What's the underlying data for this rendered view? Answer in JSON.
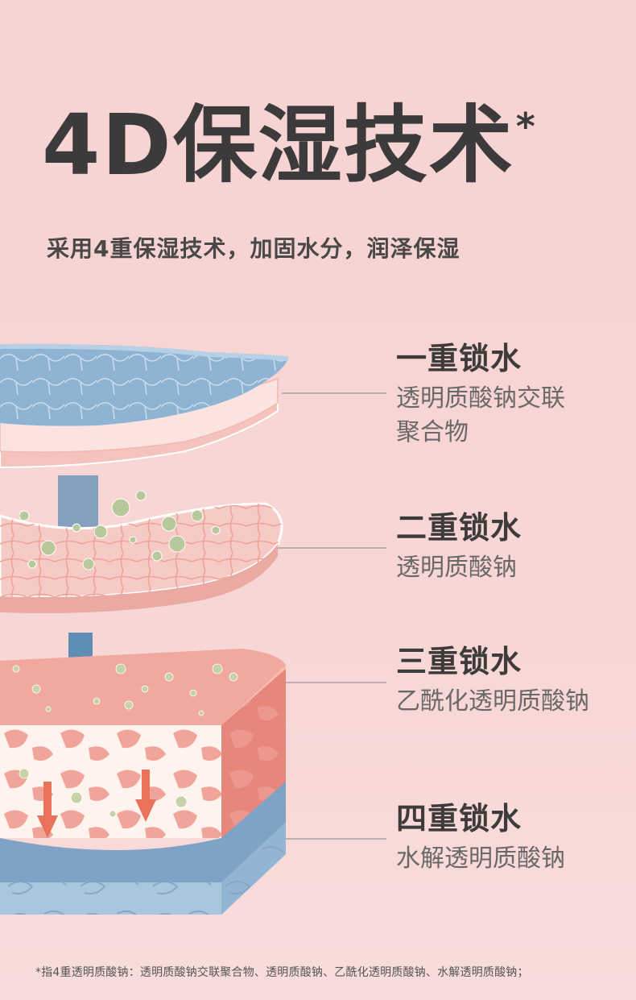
{
  "title": {
    "main": "4D保湿技术",
    "asterisk": "*"
  },
  "subtitle": "采用4重保湿技术，加固水分，润泽保湿",
  "layers": [
    {
      "title": "一重锁水",
      "desc1": "透明质酸钠交联",
      "desc2": "聚合物"
    },
    {
      "title": "二重锁水",
      "desc1": "透明质酸钠"
    },
    {
      "title": "三重锁水",
      "desc1": "乙酰化透明质酸钠"
    },
    {
      "title": "四重锁水",
      "desc1": "水解透明质酸钠"
    }
  ],
  "footnote": "*指4重透明质酸钠：透明质酸钠交联聚合物、透明质酸钠、乙酰化透明质酸钠、水解透明质酸钠；",
  "colors": {
    "background": "#f6d3d2",
    "title_text": "#3c3a3a",
    "blue_layer": "#8eb3d3",
    "skin_pink": "#f1b6ad",
    "arrow_blue": "#5e8db6",
    "arrow_orange": "#e8735a",
    "bubble_green": "#b7c89a"
  }
}
